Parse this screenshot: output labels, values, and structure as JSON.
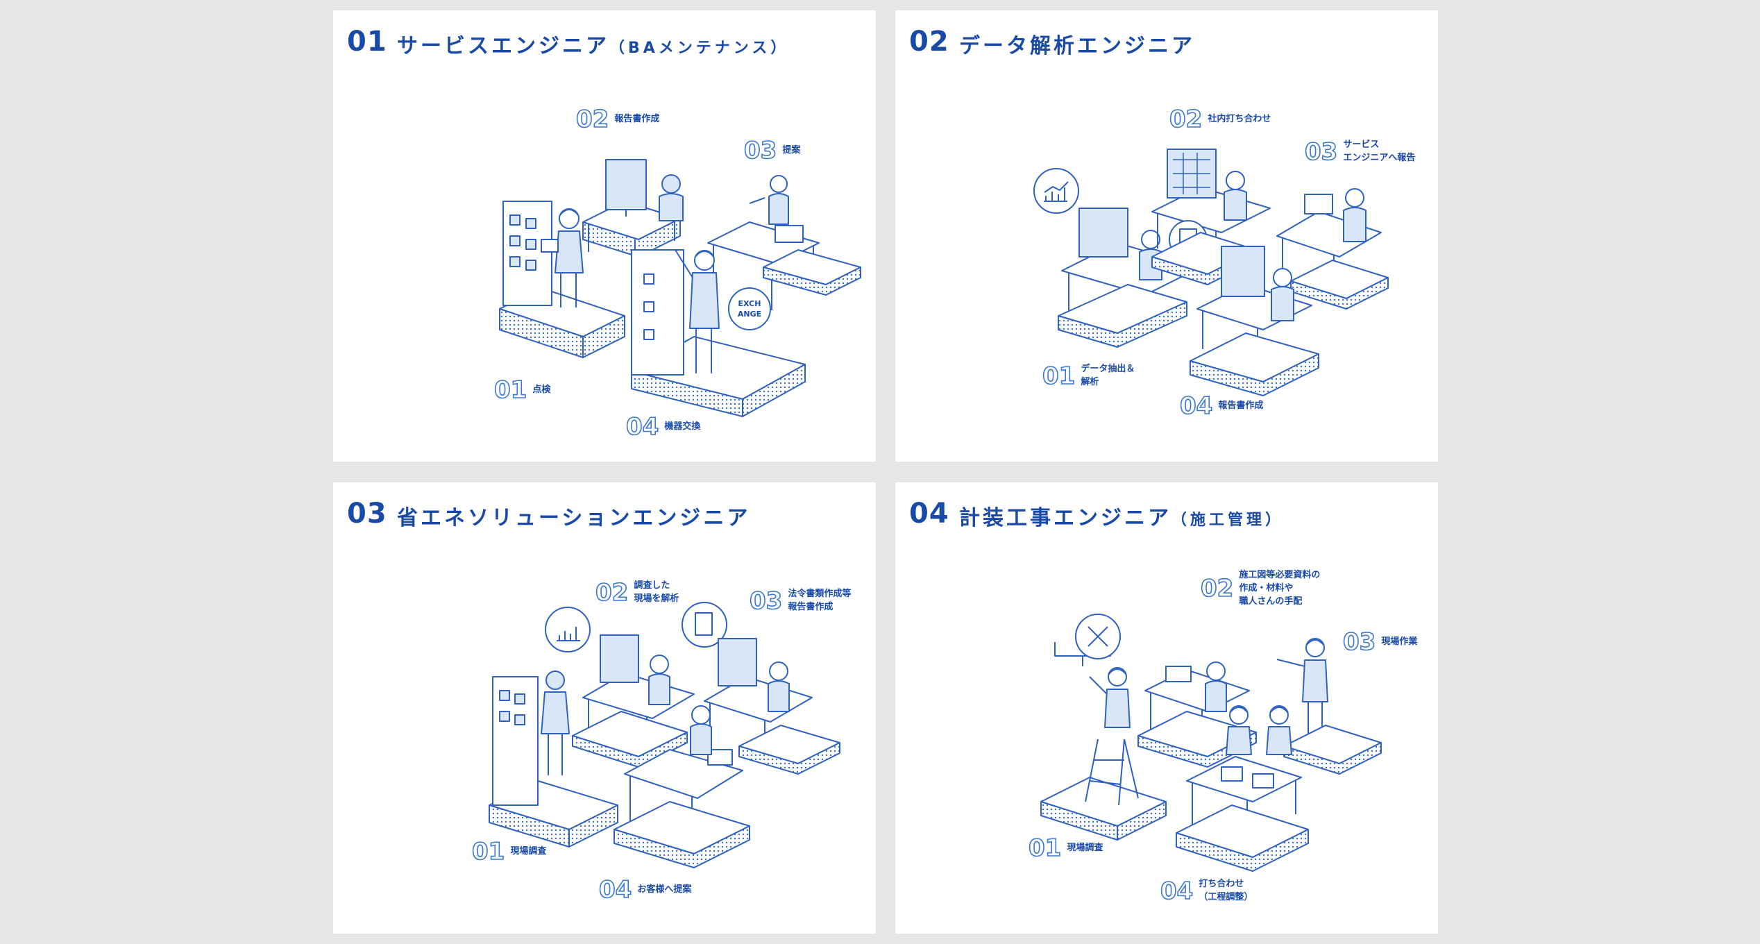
{
  "panels": [
    {
      "number": "01",
      "title": "サービスエンジニア",
      "title_sub": "（BAメンテナンス）",
      "labels": [
        {
          "num": "02",
          "text": "報告書作成"
        },
        {
          "num": "03",
          "text": "提案"
        },
        {
          "num": "01",
          "text": "点検"
        },
        {
          "num": "04",
          "text": "機器交換"
        }
      ],
      "badge_line1": "EXCH",
      "badge_line2": "ANGE"
    },
    {
      "number": "02",
      "title": "データ解析エンジニア",
      "title_sub": "",
      "labels": [
        {
          "num": "02",
          "text": "社内打ち合わせ"
        },
        {
          "num": "03",
          "text": "サービス\nエンジニアへ報告"
        },
        {
          "num": "01",
          "text": "データ抽出＆\n解析"
        },
        {
          "num": "04",
          "text": "報告書作成"
        }
      ]
    },
    {
      "number": "03",
      "title": "省エネソリューションエンジニア",
      "title_sub": "",
      "labels": [
        {
          "num": "02",
          "text": "調査した\n現場を解析"
        },
        {
          "num": "03",
          "text": "法令書類作成等\n報告書作成"
        },
        {
          "num": "01",
          "text": "現場調査"
        },
        {
          "num": "04",
          "text": "お客様へ提案"
        }
      ]
    },
    {
      "number": "04",
      "title": "計装工事エンジニア",
      "title_sub": "（施工管理）",
      "labels": [
        {
          "num": "02",
          "text": "施工図等必要資料の\n作成・材料や\n職人さんの手配"
        },
        {
          "num": "03",
          "text": "現場作業"
        },
        {
          "num": "01",
          "text": "現場調査"
        },
        {
          "num": "04",
          "text": "打ち合わせ\n（工程調整）"
        }
      ]
    }
  ],
  "colors": {
    "primary": "#1a4aa8",
    "line": "#2f62c0",
    "fill_light": "#d9e6f7",
    "background": "#e6e6e6",
    "card": "#ffffff"
  }
}
